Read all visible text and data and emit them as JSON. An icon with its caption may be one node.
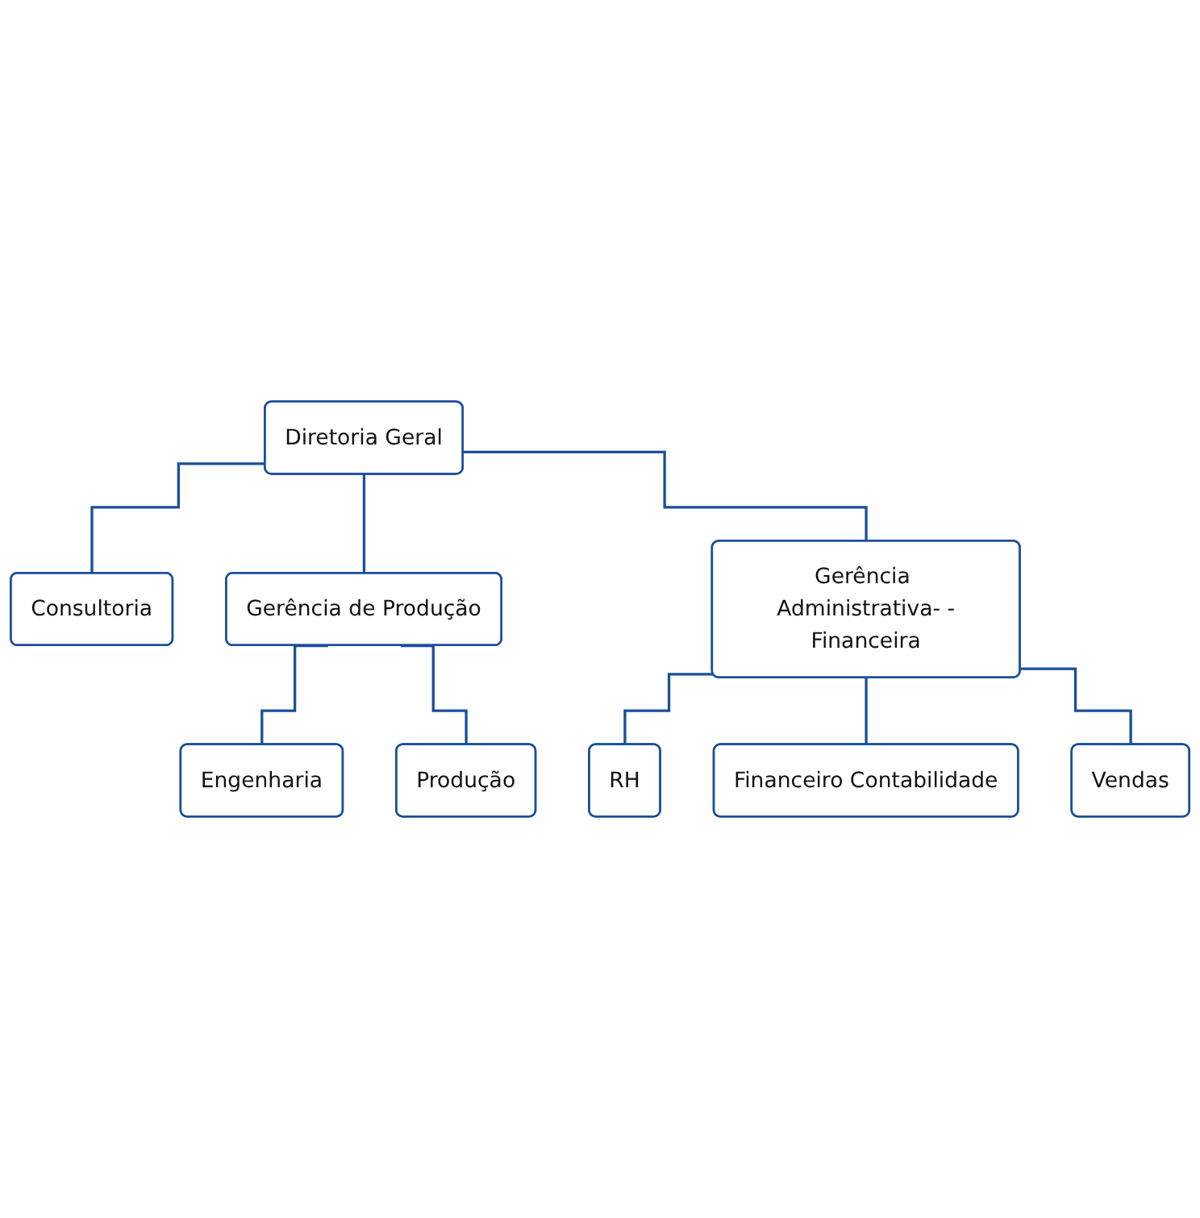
{
  "diagram": {
    "nodes": [
      {
        "text": [
          "Diretoria Geral"
        ]
      },
      {
        "text": [
          "Consultoria"
        ]
      },
      {
        "text": [
          "Gerência de Produção"
        ]
      },
      {
        "text": [
          "Gerência Administrativa- -Financeira"
        ]
      },
      {
        "text": [
          "Engenharia"
        ]
      },
      {
        "text": [
          "Produção"
        ]
      },
      {
        "text": [
          "RH"
        ]
      },
      {
        "text": [
          "Financeiro Contabilidade"
        ]
      },
      {
        "text": [
          "Vendas"
        ]
      }
    ],
    "edges": [
      {
        "from": 0,
        "to": 1,
        "arrow": "none"
      },
      {
        "from": 0,
        "to": 2,
        "arrow": "none"
      },
      {
        "from": 0,
        "to": 3,
        "arrow": "none"
      },
      {
        "from": 2,
        "to": 4,
        "arrow": "none"
      },
      {
        "from": 2,
        "to": 5,
        "arrow": "none"
      },
      {
        "from": 3,
        "to": 6,
        "arrow": "none"
      },
      {
        "from": 3,
        "to": 7,
        "arrow": "none"
      },
      {
        "from": 3,
        "to": 8,
        "arrow": "none"
      }
    ]
  }
}
